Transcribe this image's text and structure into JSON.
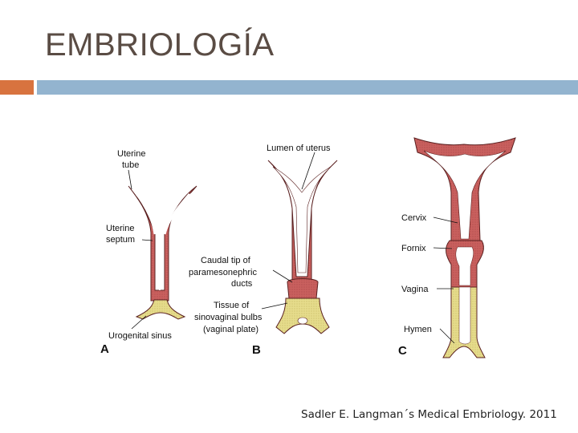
{
  "slide": {
    "title": "EMBRIOLOGÍA",
    "caption": "Sadler E. Langman´s  Medical Embriology. 2011"
  },
  "figure": {
    "panels": [
      "A",
      "B",
      "C"
    ],
    "labels": {
      "uterine_tube_1": "Uterine",
      "uterine_tube_2": "tube",
      "uterine_septum_1": "Uterine",
      "uterine_septum_2": "septum",
      "urogenital_sinus": "Urogenital sinus",
      "lumen_of_uterus": "Lumen of uterus",
      "caudal_tip_1": "Caudal tip of",
      "caudal_tip_2": "paramesonephric",
      "caudal_tip_3": "ducts",
      "tissue_1": "Tissue of",
      "tissue_2": "sinovaginal bulbs",
      "tissue_3": "(vaginal plate)",
      "cervix": "Cervix",
      "fornix": "Fornix",
      "vagina": "Vagina",
      "hymen": "Hymen"
    },
    "colors": {
      "uterine_tissue": "#c9605e",
      "uterine_lumen": "#ffffff",
      "vaginal_tissue": "#e6dc8c",
      "outline": "#5a2020"
    }
  }
}
